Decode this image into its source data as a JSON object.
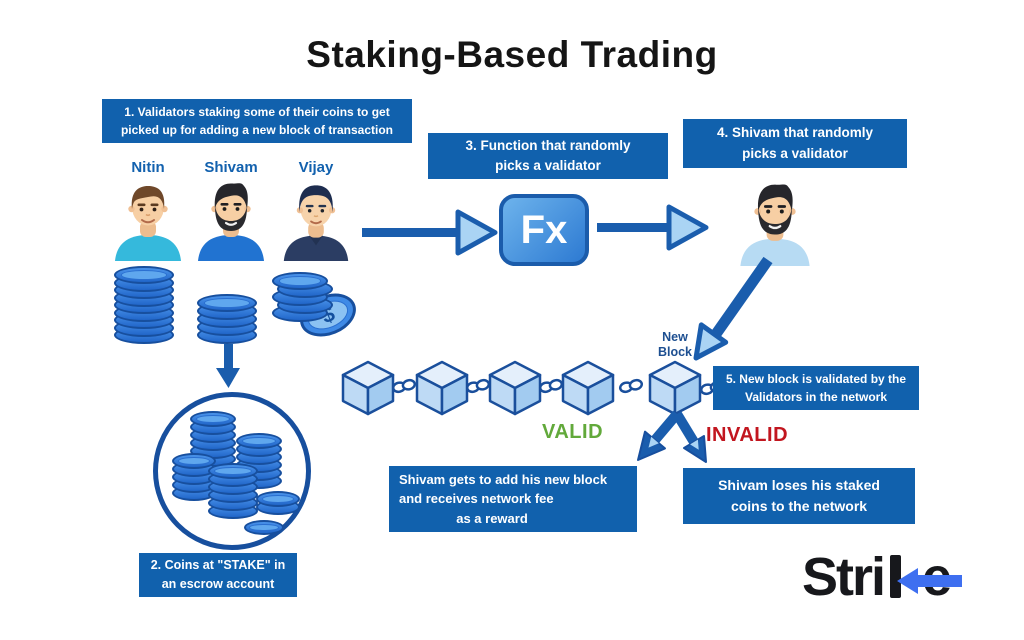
{
  "title": "Staking-Based Trading",
  "validator_names": [
    "Nitin",
    "Shivam",
    "Vijay"
  ],
  "boxes": {
    "step1": [
      "1. Validators staking some of their coins to get",
      "picked up for adding a new block of transaction"
    ],
    "step2": [
      "2. Coins at \"STAKE\" in",
      "an escrow account"
    ],
    "step3": [
      "3. Function that randomly",
      "picks a validator"
    ],
    "step4": [
      "4. Shivam that randomly",
      "picks a validator"
    ],
    "step5": [
      "5. New block is validated by the",
      "Validators in the network"
    ],
    "valid_outcome": [
      "Shivam gets to add his new block",
      "and receives network fee",
      "as a reward"
    ],
    "invalid_outcome": [
      "Shivam loses his staked",
      "coins to the network"
    ]
  },
  "labels": {
    "fx": "Fx",
    "new_block": [
      "New",
      "Block"
    ],
    "valid": "VALID",
    "invalid": "INVALID",
    "dollar": "$"
  },
  "blockchain": {
    "block_count": 5,
    "new_block_is_last": true
  },
  "logo": {
    "brand": "Strike",
    "prefix": "Stri",
    "suffix": "e"
  },
  "colors": {
    "box_blue": "#1161ad",
    "arrow_blue": "#1a5dad",
    "arrowhead_light": "#aad4f4",
    "outline_blue": "#174f9e",
    "coin_blue": "#2c7ce0",
    "valid_green": "#62a93b",
    "invalid_red": "#c2161f",
    "name_blue": "#1261ae",
    "new_block_blue": "#1d4f91",
    "logo_blue": "#3e6ff0",
    "title_black": "#151515",
    "shirt_nitin": "#35b9dc",
    "shirt_shivam": "#2173d1",
    "shirt_vijay": "#2b3d63",
    "shirt_picked_shivam": "#b7dbf3"
  }
}
